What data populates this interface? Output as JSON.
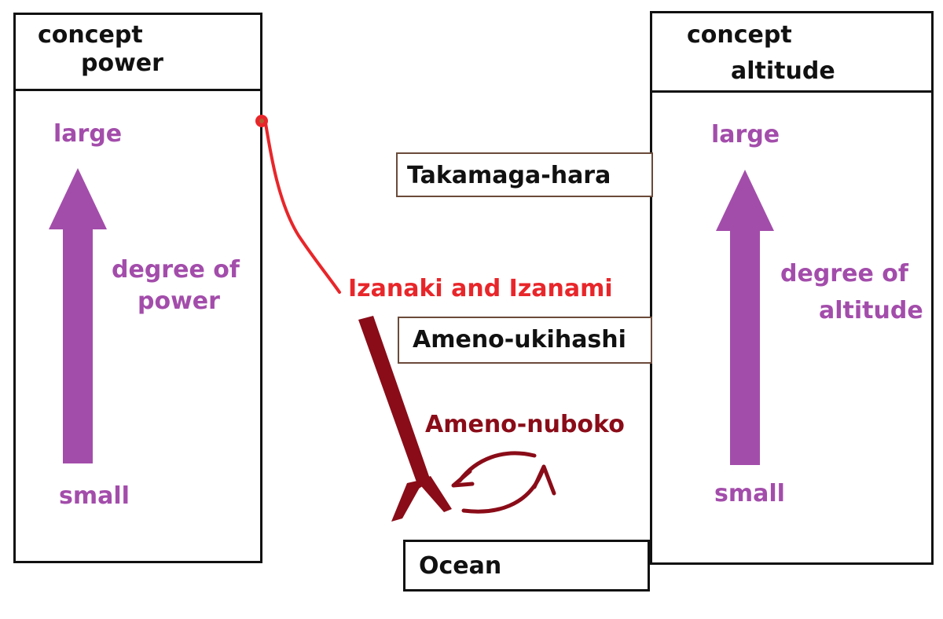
{
  "left_panel": {
    "header_line1": "concept",
    "header_line2": "power",
    "top_label": "large",
    "bottom_label": "small",
    "axis_line1": "degree of",
    "axis_line2": "power"
  },
  "right_panel": {
    "header_line1": "concept",
    "header_line2": "altitude",
    "top_label": "large",
    "bottom_label": "small",
    "axis_line1": "degree of",
    "axis_line2": "altitude"
  },
  "levels": {
    "takamagahara": "Takamaga-hara",
    "ukihashi": "Ameno-ukihashi",
    "ocean": "Ocean"
  },
  "deities": "Izanaki and Izanami",
  "spear": "Ameno-nuboko",
  "colors": {
    "arrow_purple": "#a34dab",
    "label_purple": "#a34dab",
    "deity_red": "#e8262a",
    "spear_maroon": "#8a0c18"
  }
}
